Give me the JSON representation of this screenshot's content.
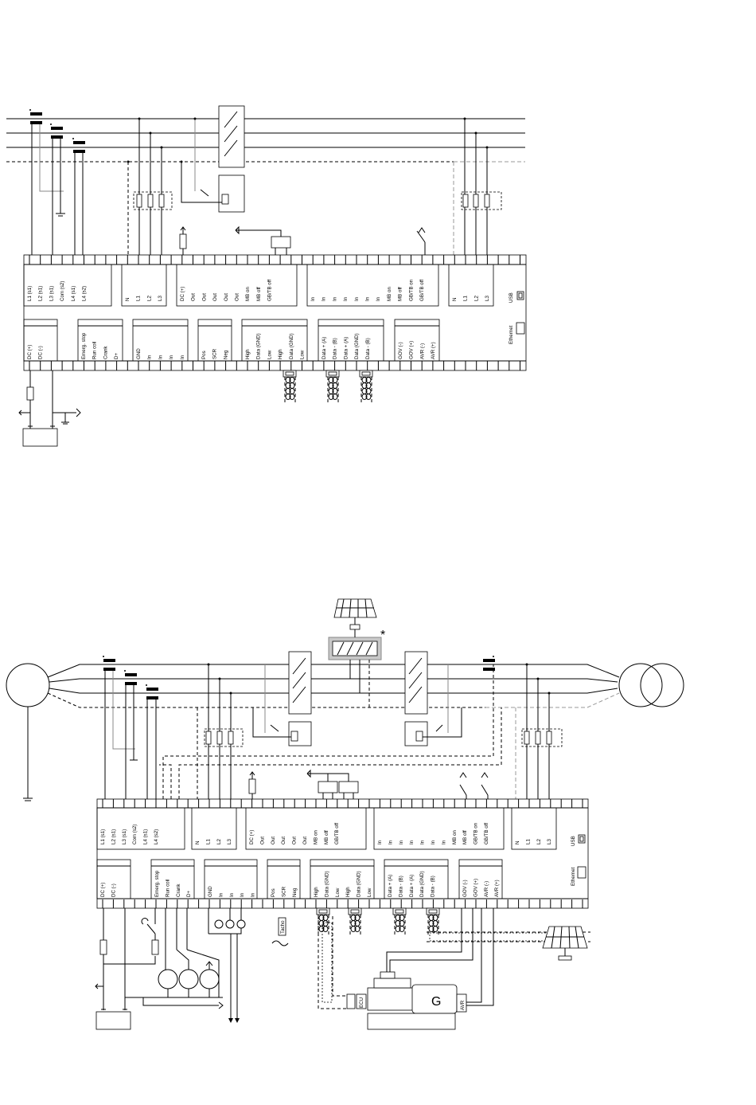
{
  "diagram1": {
    "top_terminals": [
      [
        "L1 (s1)",
        "L2 (s1)",
        "L3 (s1)",
        "Com (s2)",
        "L4 (s1)",
        "L4 (s2)"
      ],
      [
        "N",
        "L1",
        "L2",
        "L3"
      ],
      [
        "DC (+)",
        "Out",
        "Out",
        "Out",
        "Out",
        "Out",
        "MB on",
        "MB off",
        "GB/TB off"
      ],
      [
        "In",
        "In",
        "In",
        "In",
        "In",
        "In",
        "In",
        "MB on",
        "MB off",
        "GB/TB on",
        "GB/TB off"
      ],
      [
        "N",
        "L1",
        "L2",
        "L3"
      ]
    ],
    "bottom_terminals": [
      [
        "DC (+)",
        "DC (-)"
      ],
      [
        "Emerg. stop",
        "Run coil",
        "Crank",
        "D+"
      ],
      [
        "GND",
        "In",
        "In",
        "In",
        "In"
      ],
      [
        "Pos",
        "SCR",
        "Neg"
      ],
      [
        "High",
        "Data (GND)",
        "Low",
        "High",
        "Data (GND)",
        "Low"
      ],
      [
        "Data + (A)",
        "Data - (B)",
        "Data + (A)",
        "Data (GND)",
        "Data - (B)"
      ],
      [
        "GOV (-)",
        "GOV (+)",
        "AVR (-)",
        "AVR (+)"
      ]
    ],
    "ports": {
      "usb": "USB",
      "ethernet": "Ethernet"
    }
  },
  "diagram2": {
    "top_terminals": [
      [
        "L1 (s1)",
        "L2 (s1)",
        "L3 (s1)",
        "Com (s2)",
        "L4 (s1)",
        "L4 (s2)"
      ],
      [
        "N",
        "L1",
        "L2",
        "L3"
      ],
      [
        "DC (+)",
        "Out",
        "Out",
        "Out",
        "Out",
        "Out",
        "MB on",
        "MB off",
        "GB/TB off"
      ],
      [
        "In",
        "In",
        "In",
        "In",
        "In",
        "In",
        "In",
        "MB on",
        "MB off",
        "GB/TB on",
        "GB/TB off"
      ],
      [
        "N",
        "L1",
        "L2",
        "L3"
      ]
    ],
    "bottom_terminals": [
      [
        "DC (+)",
        "DC (-)"
      ],
      [
        "Emerg. stop",
        "Run coil",
        "Crank",
        "D+"
      ],
      [
        "GND",
        "In",
        "In",
        "In",
        "In"
      ],
      [
        "Pos",
        "SCR",
        "Neg"
      ],
      [
        "High",
        "Data (GND)",
        "Low",
        "High",
        "Data (GND)",
        "Low"
      ],
      [
        "Data + (A)",
        "Data - (B)",
        "Data + (A)",
        "Data (GND)",
        "Data - (B)"
      ],
      [
        "GOV (-)",
        "GOV (+)",
        "AVR (-)",
        "AVR (+)"
      ]
    ],
    "ports": {
      "usb": "USB",
      "ethernet": "Ethernet"
    },
    "labels": {
      "generator": "G",
      "avr": "AVR",
      "ecu": "ECU",
      "tacho": "Tacho",
      "star": "*"
    }
  }
}
